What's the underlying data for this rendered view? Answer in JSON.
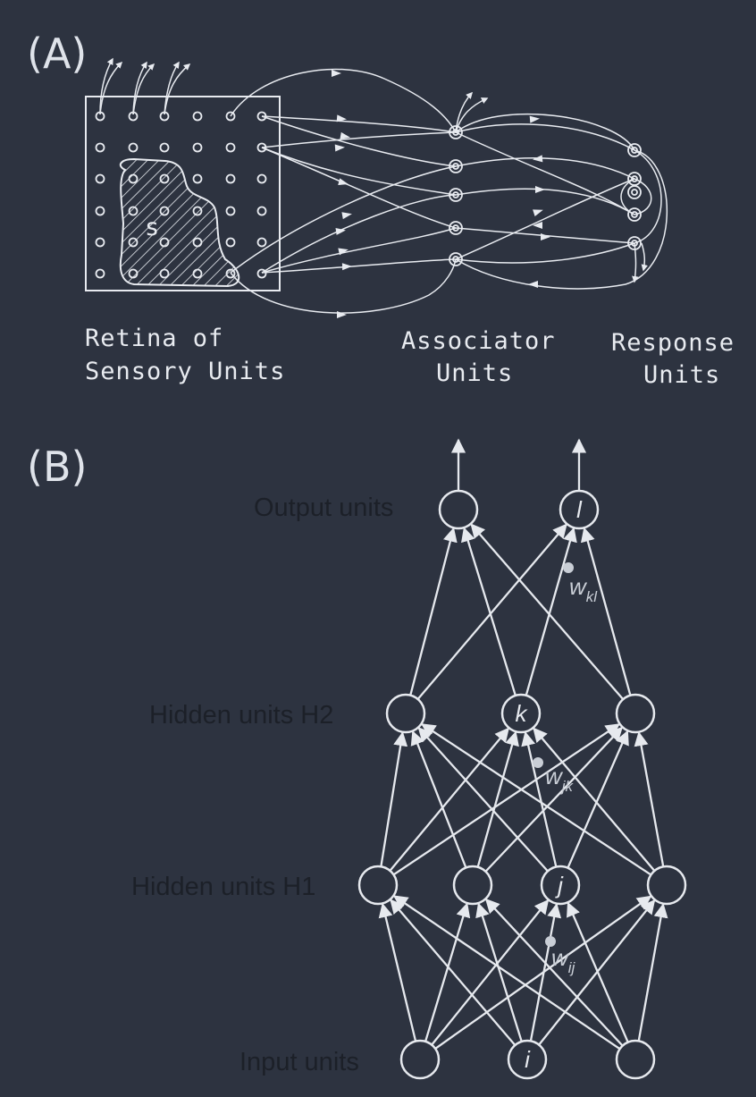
{
  "panel_a": {
    "label": "(A)",
    "region_symbol": "s",
    "retina_label": [
      "Retina of",
      "Sensory Units"
    ],
    "associator_label": [
      "Associator",
      "Units"
    ],
    "response_label": [
      "Response",
      "Units"
    ]
  },
  "panel_b": {
    "label": "(B)",
    "layers": {
      "output": "Output units",
      "h2": "Hidden units H2",
      "h1": "Hidden units H1",
      "input": "Input units"
    },
    "node_labels": {
      "output": "l",
      "h2": "k",
      "h1": "j",
      "input": "i"
    },
    "weights": [
      {
        "base": "w",
        "sub": "kl"
      },
      {
        "base": "w",
        "sub": "jk"
      },
      {
        "base": "w",
        "sub": "ij"
      }
    ]
  },
  "colors": {
    "background": "#2d3340",
    "line": "#e6e9ee",
    "dim_label": "#1c2028",
    "weight": "#c9ced6"
  }
}
